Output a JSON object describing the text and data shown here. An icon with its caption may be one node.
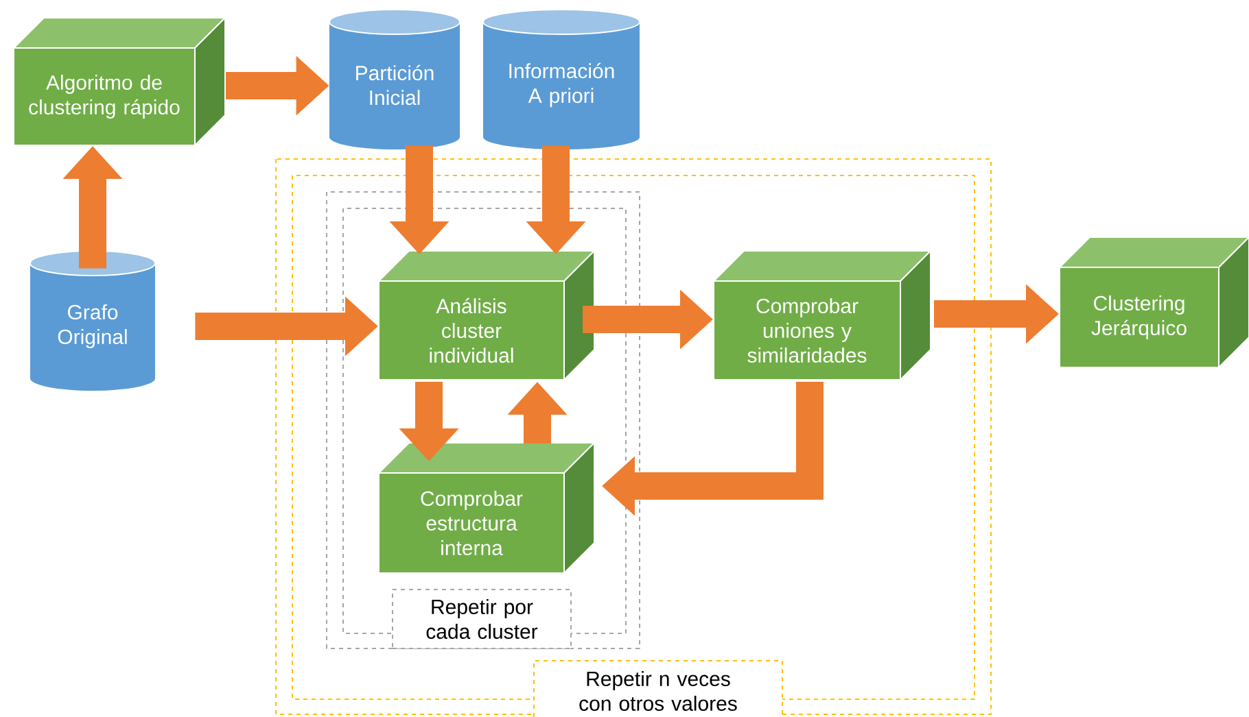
{
  "diagram": {
    "nodes": [
      {
        "text": [
          "Algoritmo de clustering rápido"
        ]
      },
      {
        "text": [
          "Partición Inicial"
        ]
      },
      {
        "text": [
          "Información A priori"
        ]
      },
      {
        "text": [
          "Grafo Original"
        ]
      },
      {
        "text": [
          "Repetir n veces con otros valores"
        ]
      },
      {
        "text": [
          "Repetir por cada cluster"
        ],
        "in": 4
      },
      {
        "text": [
          "Análisis cluster individual"
        ],
        "in": 5
      },
      {
        "text": [
          "Comprobar estructura interna"
        ],
        "in": 5
      },
      {
        "text": [
          "Comprobar uniones y similaridades"
        ],
        "in": 4
      },
      {
        "text": [
          "Clustering Jerárquico"
        ]
      }
    ],
    "edges": [
      {
        "from": 3,
        "to": 0,
        "arrow": "to"
      },
      {
        "from": 0,
        "to": 1,
        "arrow": "to"
      },
      {
        "from": 1,
        "to": 6,
        "arrow": "to"
      },
      {
        "from": 2,
        "to": 6,
        "arrow": "to"
      },
      {
        "from": 3,
        "to": 6,
        "arrow": "to"
      },
      {
        "from": 6,
        "to": 7,
        "arrow": "to"
      },
      {
        "from": 7,
        "to": 6,
        "arrow": "to"
      },
      {
        "from": 6,
        "to": 8,
        "arrow": "to"
      },
      {
        "from": 8,
        "to": 7,
        "arrow": "to"
      },
      {
        "from": 8,
        "to": 9,
        "arrow": "to"
      }
    ]
  }
}
